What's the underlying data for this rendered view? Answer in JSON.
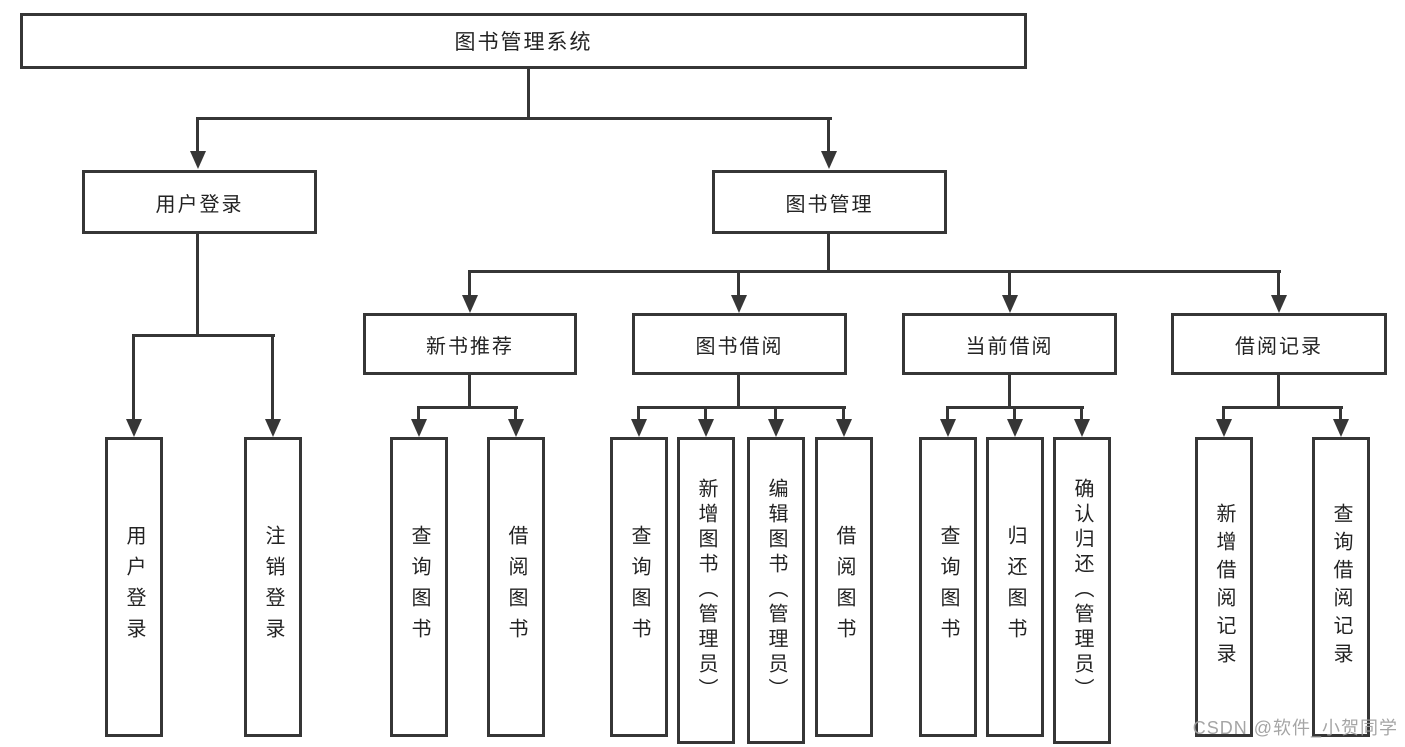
{
  "tree": {
    "label": "图书管理系统",
    "children": [
      {
        "label": "用户登录",
        "children": [
          {
            "label": "用户登录"
          },
          {
            "label": "注销登录"
          }
        ]
      },
      {
        "label": "图书管理",
        "children": [
          {
            "label": "新书推荐",
            "children": [
              {
                "label": "查询图书"
              },
              {
                "label": "借阅图书"
              }
            ]
          },
          {
            "label": "图书借阅",
            "children": [
              {
                "label": "查询图书"
              },
              {
                "label": "新增图书（管理员）"
              },
              {
                "label": "编辑图书（管理员）"
              },
              {
                "label": "借阅图书"
              }
            ]
          },
          {
            "label": "当前借阅",
            "children": [
              {
                "label": "查询图书"
              },
              {
                "label": "归还图书"
              },
              {
                "label": "确认归还（管理员）"
              }
            ]
          },
          {
            "label": "借阅记录",
            "children": [
              {
                "label": "新增借阅记录"
              },
              {
                "label": "查询借阅记录"
              }
            ]
          }
        ]
      }
    ]
  },
  "watermark": {
    "text": "CSDN @软件_小贺同学"
  },
  "colors": {
    "line": "#363636",
    "text": "#232323",
    "background": "#ffffff",
    "watermark": "#9e9e9e"
  }
}
